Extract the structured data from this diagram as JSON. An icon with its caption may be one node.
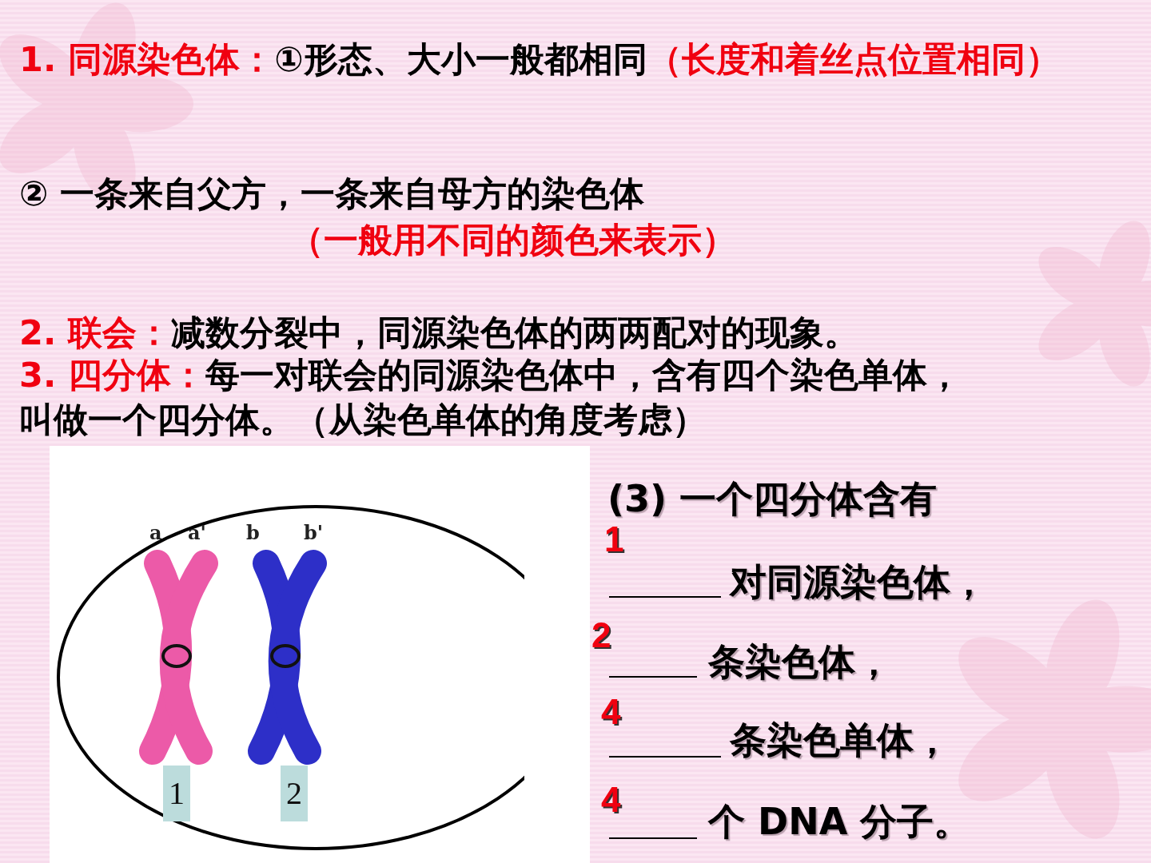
{
  "diagram": {
    "labels": [
      "1. 同源染色体：",
      "①形态、大小一般都相同",
      "（长度和着丝点位置相同）",
      "② 一条来自父方，一条来自母方的染色体",
      "（一般用不同的颜色来表示）",
      "2. 联会：",
      "减数分裂中，同源染色体的两两配对的现象。",
      "3. 四分体：",
      "每一对联会的同源染色体中，含有四个染色单体，叫做一个四分体。（从染色单体的角度考虑）",
      "a",
      "a'",
      "b",
      "b'",
      "1",
      "2",
      "(3) 一个四分体含有",
      "1",
      "对同源染色体，",
      "2",
      "条染色体，",
      "4",
      "条染色单体，",
      "4",
      "个 DNA 分子。"
    ]
  }
}
